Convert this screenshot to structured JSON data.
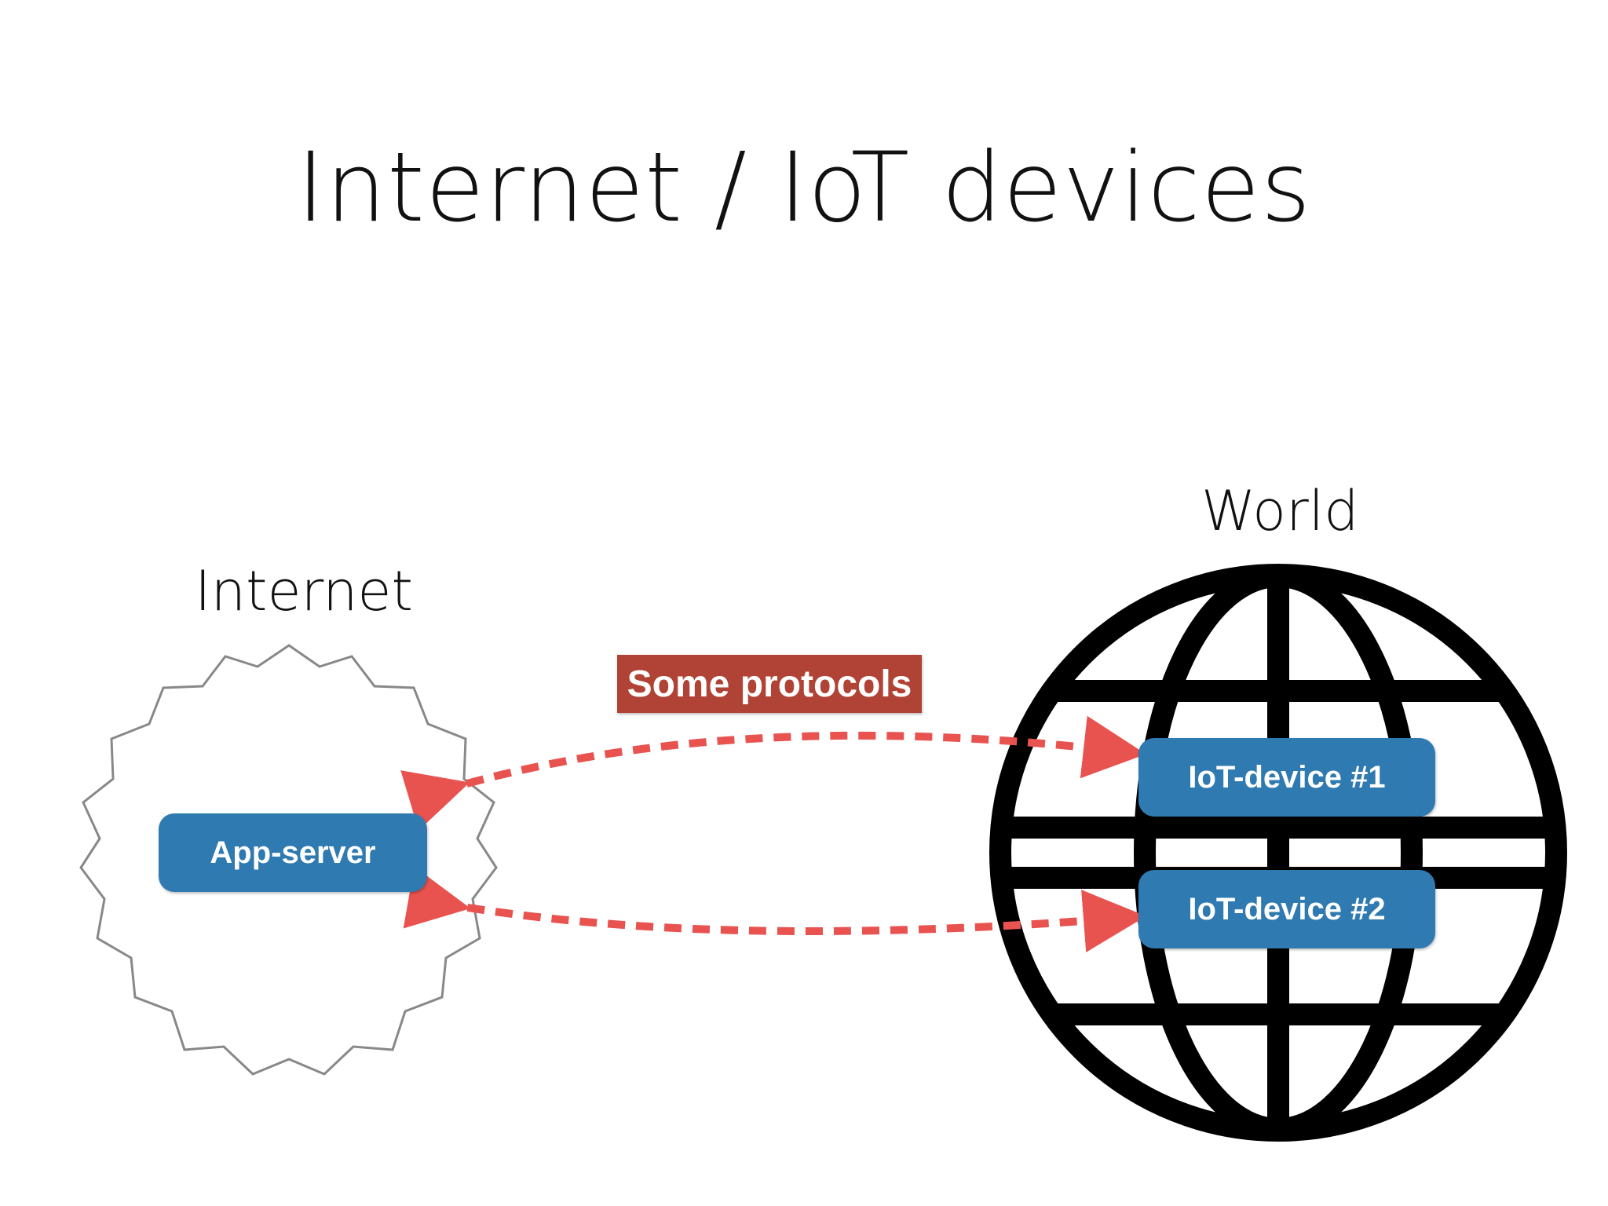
{
  "title": "Internet / IoT devices",
  "internet_label": "Internet",
  "world_label": "World",
  "app_server_label": "App-server",
  "protocols_label": "Some protocols",
  "iot_device_1_label": "IoT-device #1",
  "iot_device_2_label": "IoT-device #2",
  "colors": {
    "node_blue": "#2f7ab0",
    "arrow_red": "#e8534f",
    "protocol_tag": "#b04335",
    "cloud_outline": "#888888",
    "globe": "#000000"
  }
}
